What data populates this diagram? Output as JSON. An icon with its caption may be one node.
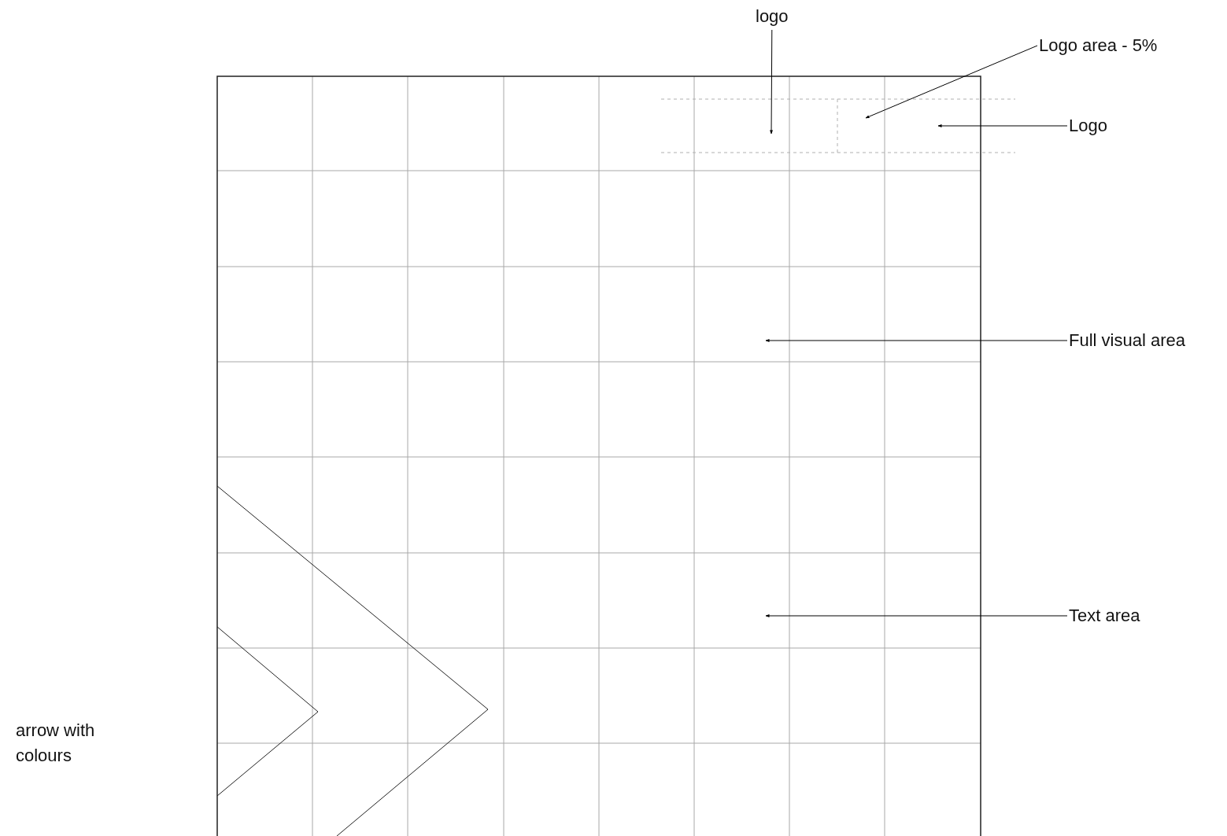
{
  "diagram": {
    "nodes": [
      {
        "text": [
          "logo"
        ]
      },
      {
        "text": [
          "Logo area - 5%"
        ]
      },
      {
        "text": [
          "Logo"
        ]
      },
      {
        "text": [
          "Full visual area"
        ]
      },
      {
        "text": [
          "Text area"
        ]
      }
    ],
    "edges": [
      {
        "from": 0,
        "to": null,
        "arrow": "to"
      },
      {
        "from": 1,
        "to": null,
        "arrow": "to"
      },
      {
        "from": 2,
        "to": null,
        "arrow": "to"
      },
      {
        "from": 3,
        "to": null,
        "arrow": "to"
      },
      {
        "from": 4,
        "to": null,
        "arrow": "to"
      }
    ],
    "labels": [
      "arrow with colours"
    ]
  }
}
